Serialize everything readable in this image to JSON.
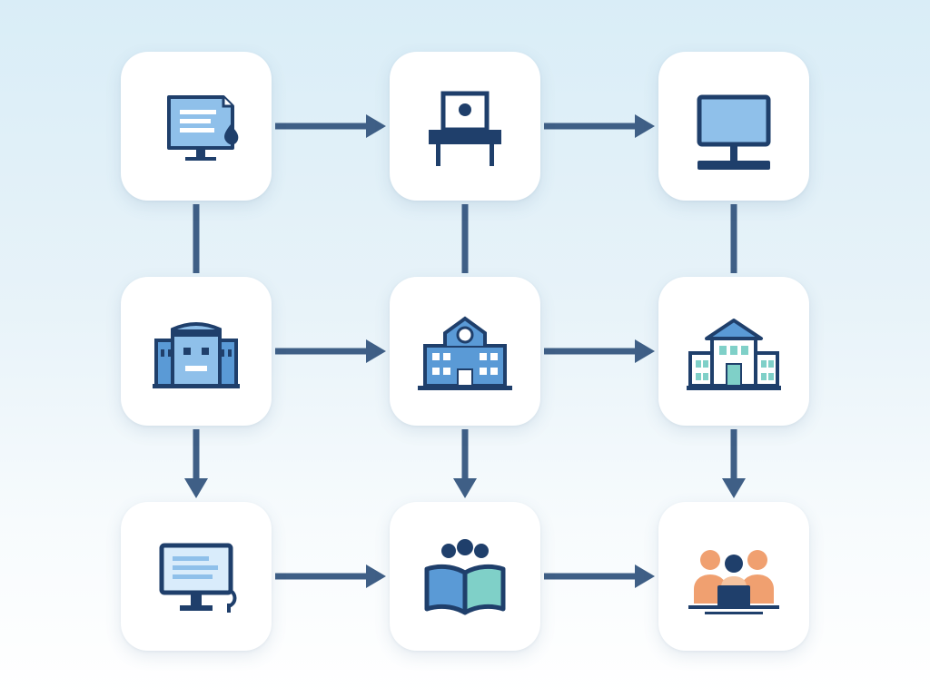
{
  "colors": {
    "connector": "#3f5f86",
    "icon_dark": "#1f3f6b",
    "icon_light": "#8fc0ea",
    "icon_mid": "#5a9ad6",
    "icon_teal": "#7fd0c8",
    "icon_orange": "#f0a070"
  },
  "nodes": [
    {
      "id": "n1",
      "icon": "computer-document-icon"
    },
    {
      "id": "n2",
      "icon": "desk-icon"
    },
    {
      "id": "n3",
      "icon": "monitor-icon"
    },
    {
      "id": "n4",
      "icon": "office-building-icon"
    },
    {
      "id": "n5",
      "icon": "school-building-icon"
    },
    {
      "id": "n6",
      "icon": "government-building-icon"
    },
    {
      "id": "n7",
      "icon": "computer-screen-icon"
    },
    {
      "id": "n8",
      "icon": "group-book-icon"
    },
    {
      "id": "n9",
      "icon": "team-laptop-icon"
    }
  ],
  "edges": [
    {
      "from": "n1",
      "to": "n2",
      "arrow": true
    },
    {
      "from": "n2",
      "to": "n3",
      "arrow": true
    },
    {
      "from": "n4",
      "to": "n5",
      "arrow": true
    },
    {
      "from": "n5",
      "to": "n6",
      "arrow": true
    },
    {
      "from": "n7",
      "to": "n8",
      "arrow": true
    },
    {
      "from": "n8",
      "to": "n9",
      "arrow": true
    },
    {
      "from": "n1",
      "to": "n4",
      "arrow": false
    },
    {
      "from": "n2",
      "to": "n5",
      "arrow": false
    },
    {
      "from": "n3",
      "to": "n6",
      "arrow": false
    },
    {
      "from": "n4",
      "to": "n7",
      "arrow": true
    },
    {
      "from": "n5",
      "to": "n8",
      "arrow": true
    },
    {
      "from": "n6",
      "to": "n9",
      "arrow": true
    }
  ]
}
